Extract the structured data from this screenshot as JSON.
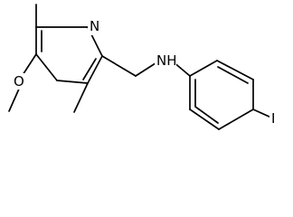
{
  "molecule": {
    "atoms": {
      "pyridine_n": "N",
      "amine_nh": "NH",
      "methoxy_o": "O",
      "iodo": "I"
    }
  },
  "colors": {
    "bond": "#000000",
    "label": "#000000",
    "background": "#ffffff"
  }
}
